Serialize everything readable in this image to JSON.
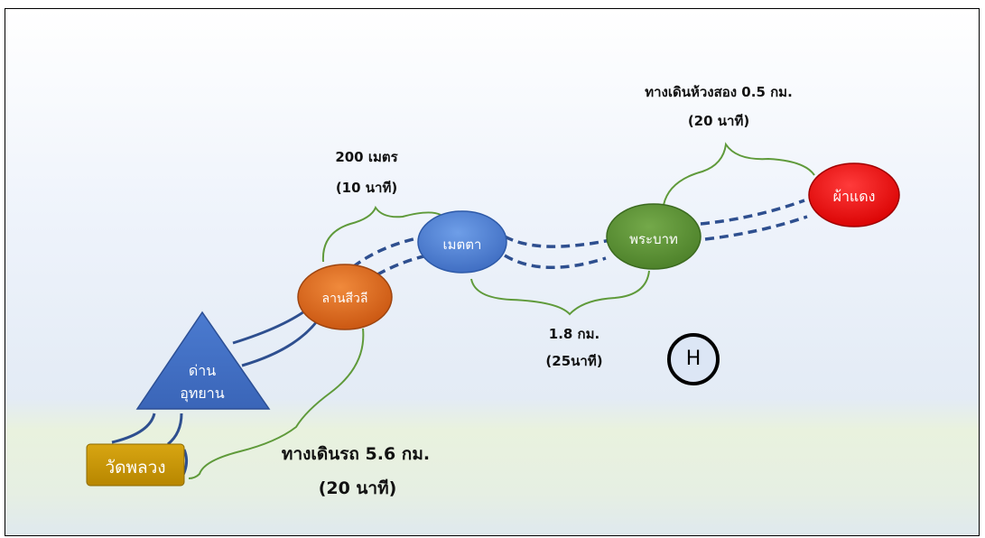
{
  "nodes": {
    "wat_phluang": "วัดพลวง",
    "dan_line1": "ด่าน",
    "dan_line2": "อุทยาน",
    "lan_sawi": "ลานสีวลี",
    "metta": "เมตตา",
    "phrabat": "พระบาท",
    "pha_daeng": "ผ้าแดง",
    "helipad": "H"
  },
  "annotations": {
    "seg1_distance": "200 เมตร",
    "seg1_time": "(10 นาที)",
    "seg2_distance": "1.8 กม.",
    "seg2_time": "(25นาที)",
    "seg3_distance": "ทางเดินห้วงสอง 0.5 กม.",
    "seg3_time": "(20 นาที)",
    "road_distance": "ทางเดินรถ 5.6 กม.",
    "road_time": "(20 นาที)"
  },
  "colors": {
    "trail_line": "#2e4f8f",
    "brace_line": "#5f9a3a",
    "wat_phluang": "#c79500",
    "dan": "#3f6fc4",
    "lan_sawi": "#d6621c",
    "metta": "#4d7fd4",
    "phrabat": "#5a8f33",
    "pha_daeng": "#e81010"
  }
}
